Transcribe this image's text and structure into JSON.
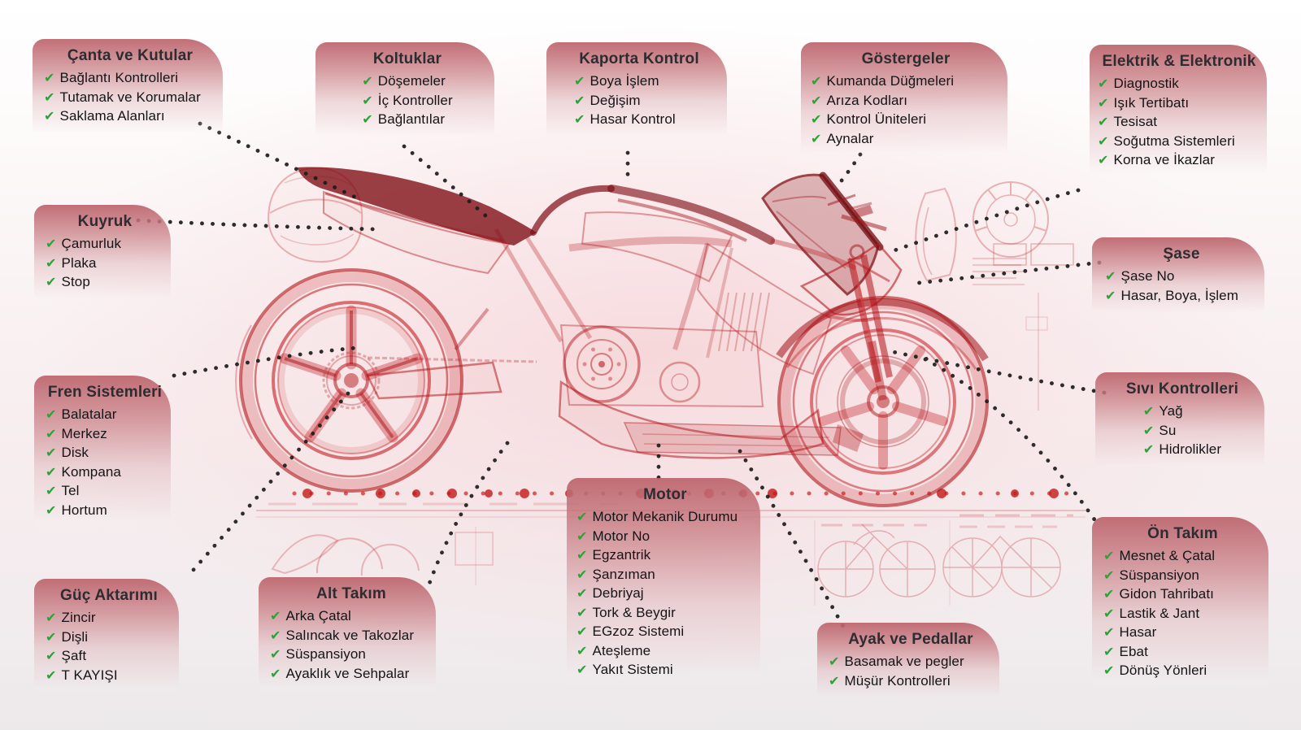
{
  "boxes": [
    {
      "id": "canta",
      "title": "Çanta ve Kutular",
      "items": [
        "Bağlantı Kontrolleri",
        "Tutamak ve Korumalar",
        "Saklama Alanları"
      ]
    },
    {
      "id": "koltuklar",
      "title": "Koltuklar",
      "items": [
        "Döşemeler",
        "İç Kontroller",
        "Bağlantılar"
      ]
    },
    {
      "id": "kaporta",
      "title": "Kaporta Kontrol",
      "items": [
        "Boya İşlem",
        "Değişim",
        "Hasar Kontrol"
      ]
    },
    {
      "id": "gostergeler",
      "title": "Göstergeler",
      "items": [
        "Kumanda Düğmeleri",
        "Arıza Kodları",
        "Kontrol Üniteleri",
        "Aynalar"
      ]
    },
    {
      "id": "elektrik",
      "title": "Elektrik & Elektronik",
      "items": [
        "Diagnostik",
        "Işık Tertibatı",
        "Tesisat",
        "Soğutma Sistemleri",
        "Korna ve İkazlar"
      ]
    },
    {
      "id": "kuyruk",
      "title": "Kuyruk",
      "items": [
        "Çamurluk",
        "Plaka",
        "Stop"
      ]
    },
    {
      "id": "sase",
      "title": "Şase",
      "items": [
        "Şase No",
        "Hasar, Boya, İşlem"
      ]
    },
    {
      "id": "fren",
      "title": "Fren Sistemleri",
      "items": [
        "Balatalar",
        "Merkez",
        "Disk",
        "Kompana",
        "Tel",
        "Hortum"
      ]
    },
    {
      "id": "sivi",
      "title": "Sıvı Kontrolleri",
      "items": [
        "Yağ",
        "Su",
        "Hidrolikler"
      ]
    },
    {
      "id": "guc",
      "title": "Güç Aktarımı",
      "items": [
        "Zincir",
        "Dişli",
        "Şaft",
        "T KAYIŞI"
      ]
    },
    {
      "id": "alttakim",
      "title": "Alt Takım",
      "items": [
        "Arka Çatal",
        "Salıncak ve Takozlar",
        "Süspansiyon",
        "Ayaklık ve Sehpalar"
      ]
    },
    {
      "id": "motor",
      "title": "Motor",
      "items": [
        "Motor Mekanik Durumu",
        "Motor No",
        "Egzantrik",
        "Şanzıman",
        "Debriyaj",
        "Tork & Beygir",
        "EGzoz Sistemi",
        "Ateşleme",
        "Yakıt Sistemi"
      ]
    },
    {
      "id": "ayak",
      "title": "Ayak ve Pedallar",
      "items": [
        "Basamak ve pegler",
        "Müşür Kontrolleri"
      ]
    },
    {
      "id": "ontakim",
      "title": "Ön Takım",
      "items": [
        "Mesnet & Çatal",
        "Süspansiyon",
        "Gidon Tahribatı",
        "Lastik & Jant",
        "Hasar",
        "Ebat",
        "Dönüş Yönleri"
      ]
    }
  ],
  "icons": {
    "check": "✔",
    "motorcycle_blueprint": "motorcycle-sketch"
  },
  "colors": {
    "check_green": "#2ba338",
    "box_top": "#bc636b",
    "title_text": "#2e2c31",
    "item_text": "#141417",
    "sketch_red": "#c41e23",
    "connector_dot": "#1c1c1c"
  }
}
